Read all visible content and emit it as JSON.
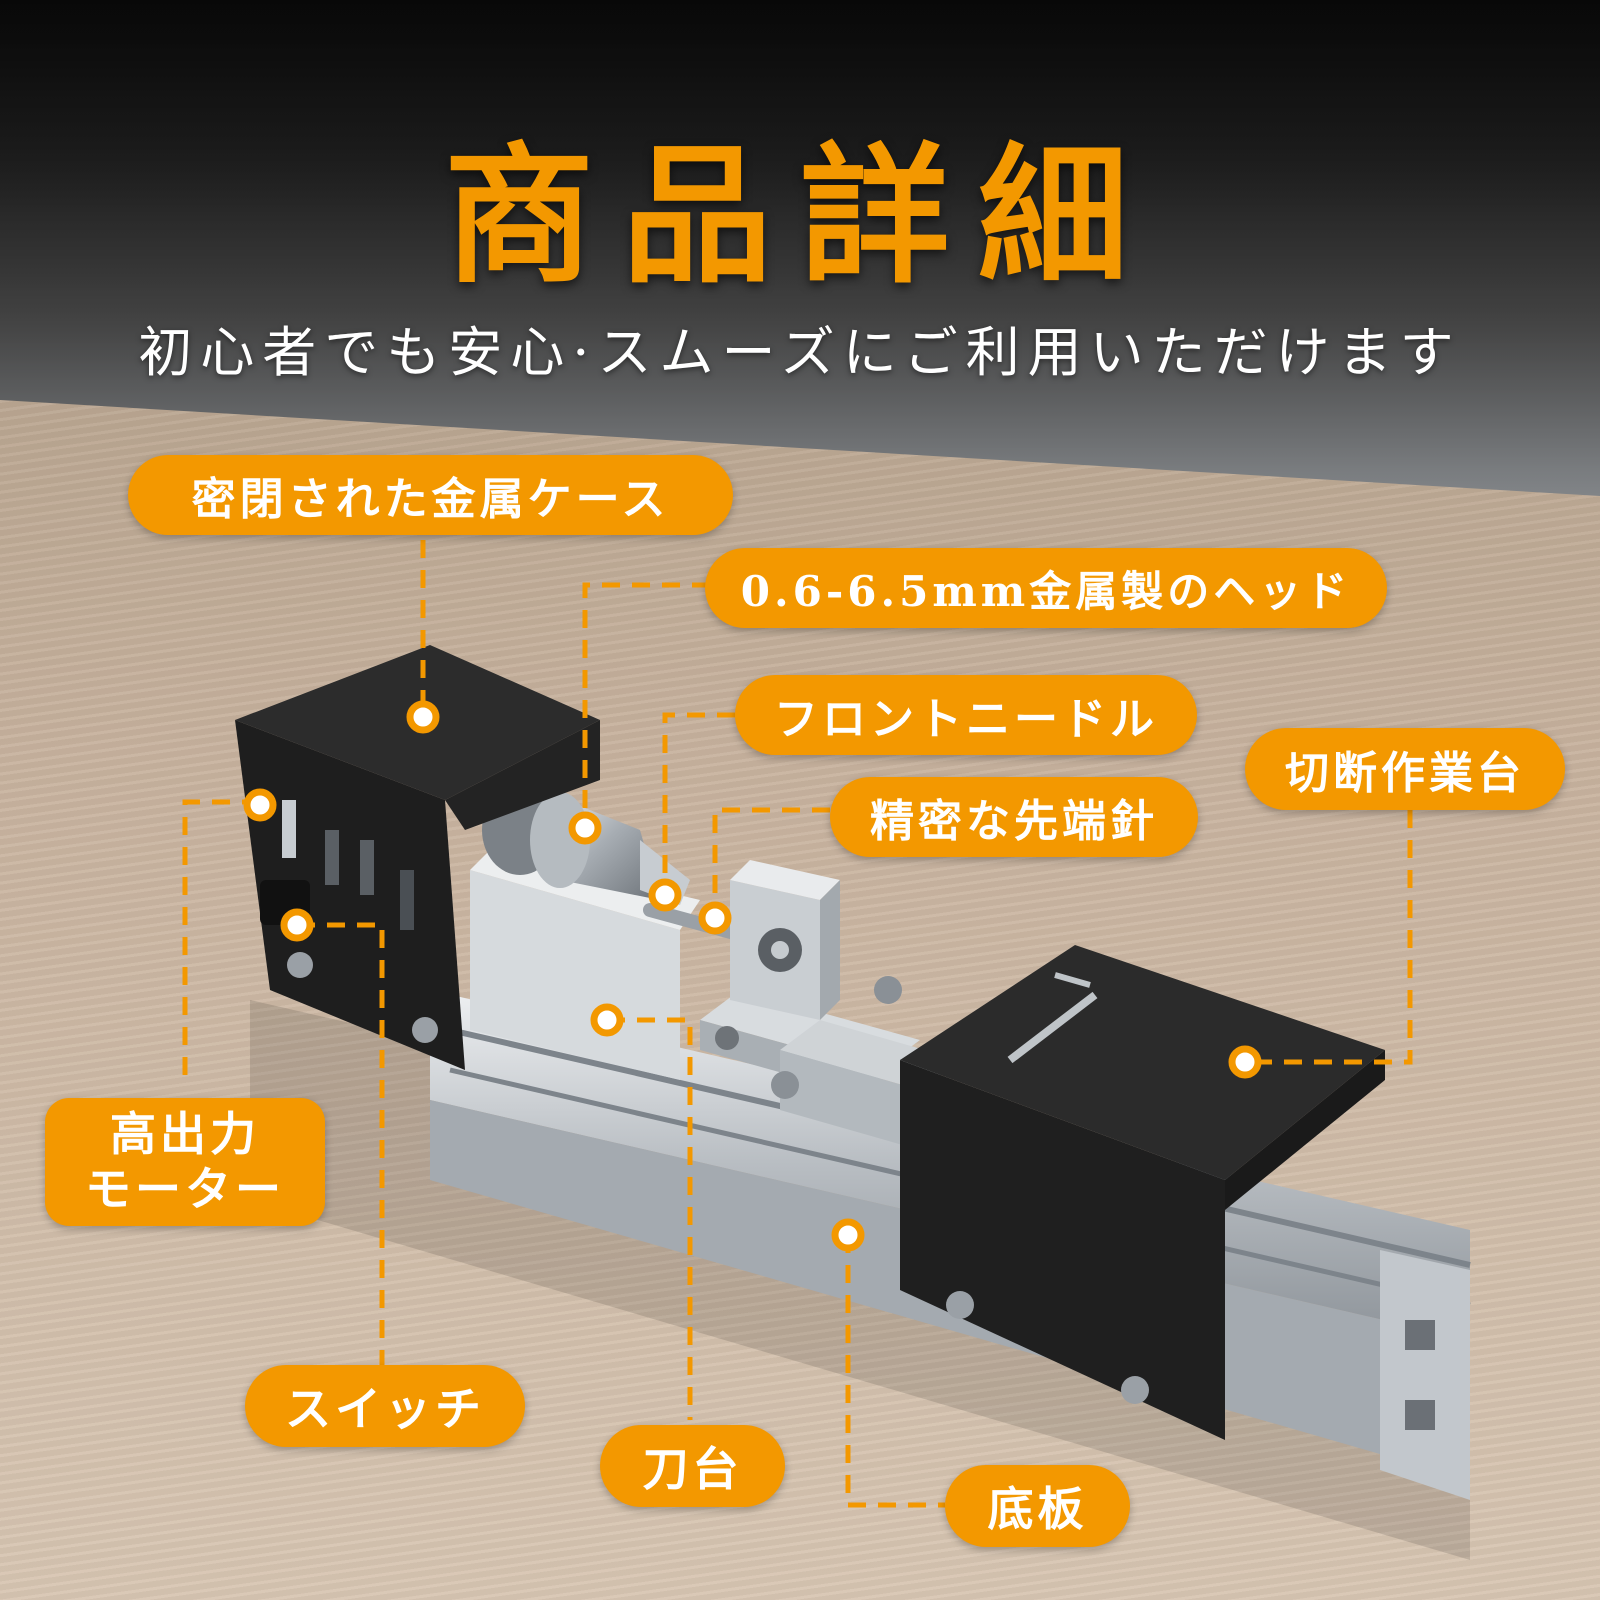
{
  "page": {
    "title": "商品詳細",
    "subtitle": "初心者でも安心·スムーズにご利用いただけます"
  },
  "callouts": {
    "metal_case": "密閉された金属ケース",
    "head": "0.6-6.5mm金属製のヘッド",
    "front_needle": "フロントニードル",
    "precision_needle": "精密な先端針",
    "cutting_table": "切断作業台",
    "motor_line1": "高出力",
    "motor_line2": "モーター",
    "switch": "スイッチ",
    "tool_rest": "刀台",
    "base_plate": "底板"
  },
  "colors": {
    "accent": "#f39800",
    "case_black": "#1c1c1c",
    "aluminum": "#c9cdd1"
  }
}
